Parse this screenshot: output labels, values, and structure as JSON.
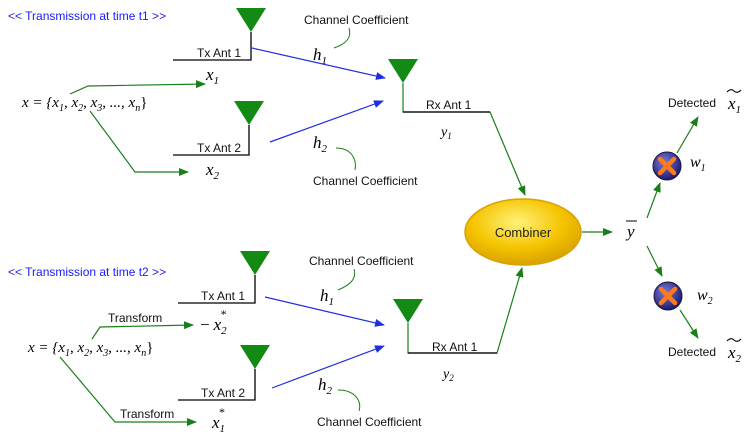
{
  "colors": {
    "green": "#1a7f1a",
    "blue": "#1f2fe0",
    "antenna": "#138a13",
    "combiner": "#f5c400",
    "title": "#1a1aff"
  },
  "section1": {
    "title": "<< Transmission at time t1 >>",
    "sequence_lhs": "x = {",
    "sequence_items": [
      "x",
      "x",
      "x",
      "..., x"
    ],
    "seq_subs": [
      "1",
      "2",
      "3",
      "n"
    ],
    "tx1_label": "Tx Ant 1",
    "tx2_label": "Tx Ant 2",
    "sym1": "x",
    "sym1_sub": "1",
    "sym2": "x",
    "sym2_sub": "2",
    "h1": "h",
    "h1_sub": "1",
    "h2": "h",
    "h2_sub": "2",
    "coef_label": "Channel Coefficient",
    "rx_label": "Rx Ant 1",
    "y": "y",
    "y_sub": "1"
  },
  "section2": {
    "title": "<< Transmission at time t2 >>",
    "tx1_label": "Tx Ant 1",
    "tx2_label": "Tx Ant 2",
    "transform_label": "Transform",
    "sym1_prefix": "−",
    "sym1": "x",
    "sym1_sub": "2",
    "sym2": "x",
    "sym2_sub": "1",
    "conj": "*",
    "h1": "h",
    "h1_sub": "1",
    "h2": "h",
    "h2_sub": "2",
    "coef_label": "Channel Coefficient",
    "rx_label": "Rx Ant 1",
    "y": "y",
    "y_sub": "2"
  },
  "combiner": {
    "label": "Combiner",
    "output": "y"
  },
  "outputs": {
    "w1": "w",
    "w1_sub": "1",
    "w2": "w",
    "w2_sub": "2",
    "detected_label": "Detected",
    "det1": "x",
    "det1_sub": "1",
    "det2": "x",
    "det2_sub": "2"
  }
}
